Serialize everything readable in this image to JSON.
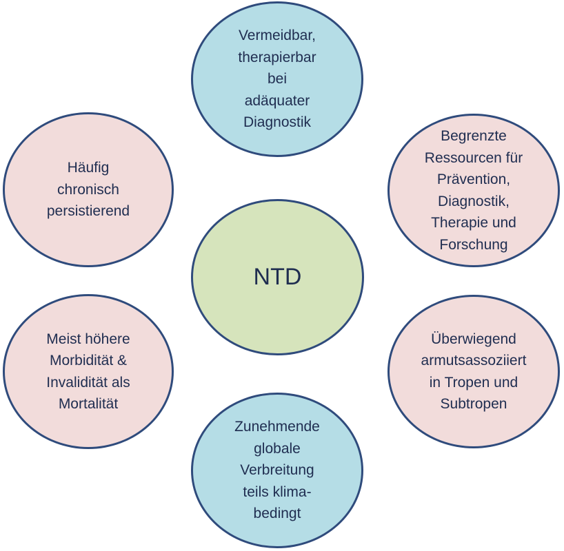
{
  "diagram": {
    "center": {
      "label": "NTD"
    },
    "top": {
      "label": "Vermeidbar,\ntherapierbar\nbei\nadäquater\nDiagnostik"
    },
    "upper_left": {
      "label": "Häufig\nchronisch\npersistierend"
    },
    "upper_right": {
      "label": "Begrenzte\nRessourcen für\nPrävention,\nDiagnostik,\nTherapie und\nForschung"
    },
    "lower_left": {
      "label": "Meist höhere\nMorbidität &\nInvalidität als\nMortalität"
    },
    "lower_right": {
      "label": "Überwiegend\narmutsassoziiert\nin Tropen und\nSubtropen"
    },
    "bottom": {
      "label": "Zunehmende\nglobale\nVerbreitung\nteils klima-\nbedingt"
    }
  },
  "colors": {
    "blue_fill": "#b5dde6",
    "pink_fill": "#f2dcdb",
    "green_fill": "#d6e4bc",
    "border": "#2f4b7c",
    "text": "#1f2d50"
  }
}
